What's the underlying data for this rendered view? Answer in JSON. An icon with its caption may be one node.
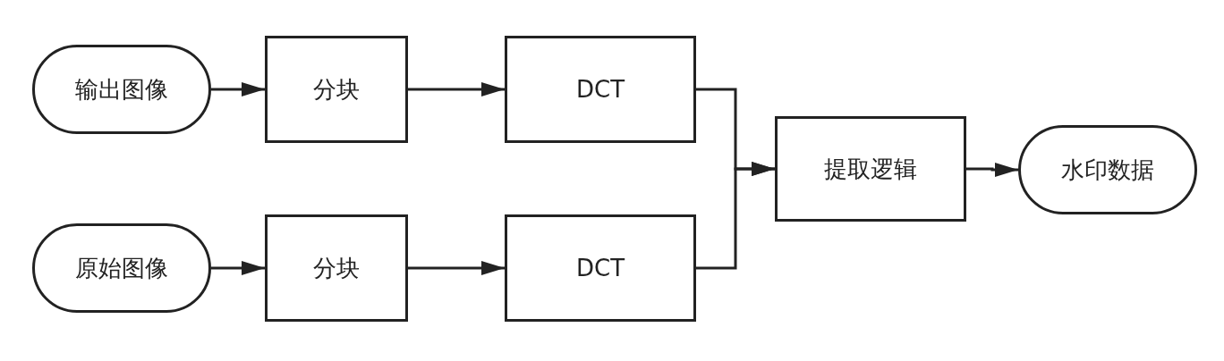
{
  "diagram": {
    "nodes": [
      {
        "text": [
          "输出图像"
        ]
      },
      {
        "text": [
          "分块"
        ]
      },
      {
        "text": [
          "DCT"
        ]
      },
      {
        "text": [
          "原始图像"
        ]
      },
      {
        "text": [
          "分块"
        ]
      },
      {
        "text": [
          "DCT"
        ]
      },
      {
        "text": [
          "提取逻辑"
        ]
      },
      {
        "text": [
          "水印数据"
        ]
      }
    ],
    "edges": [
      {
        "from": 0,
        "to": 1,
        "arrow": "to"
      },
      {
        "from": 1,
        "to": 2,
        "arrow": "to"
      },
      {
        "from": 2,
        "to": 6,
        "arrow": "to"
      },
      {
        "from": 3,
        "to": 4,
        "arrow": "to"
      },
      {
        "from": 4,
        "to": 5,
        "arrow": "to"
      },
      {
        "from": 5,
        "to": 6,
        "arrow": "to"
      },
      {
        "from": 6,
        "to": 7,
        "arrow": "to"
      }
    ]
  }
}
